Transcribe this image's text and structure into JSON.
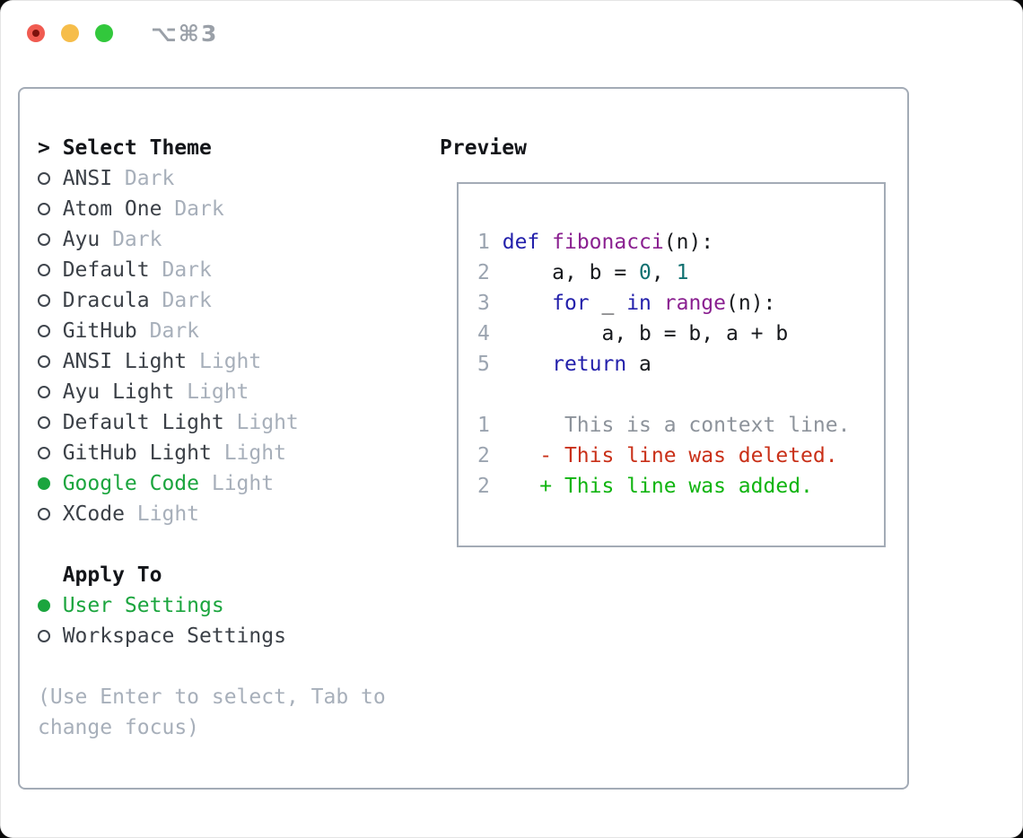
{
  "window": {
    "shortcut": "⌥⌘3"
  },
  "colors": {
    "green": "#1ba53e",
    "muted": "#a7afba",
    "text_dark": "#3b4047",
    "header": "#131519",
    "border": "#a3abb6",
    "kw": "#2320ab",
    "fn": "#8a2090",
    "lit": "#0f7070",
    "linenum": "#9ba4b0",
    "ctx": "#8d939b",
    "del": "#c93018",
    "add": "#10b410",
    "light_red": "#f05b51",
    "light_red_dot": "#7c120d",
    "light_yellow": "#f6bd4a",
    "light_green": "#32c83c"
  },
  "left": {
    "header": {
      "marker": ">",
      "label": "Select Theme"
    },
    "themes": [
      {
        "name": "ANSI",
        "variant": "Dark",
        "selected": false
      },
      {
        "name": "Atom One",
        "variant": "Dark",
        "selected": false
      },
      {
        "name": "Ayu",
        "variant": "Dark",
        "selected": false
      },
      {
        "name": "Default",
        "variant": "Dark",
        "selected": false
      },
      {
        "name": "Dracula",
        "variant": "Dark",
        "selected": false
      },
      {
        "name": "GitHub",
        "variant": "Dark",
        "selected": false
      },
      {
        "name": "ANSI Light",
        "variant": "Light",
        "selected": false
      },
      {
        "name": "Ayu Light",
        "variant": "Light",
        "selected": false
      },
      {
        "name": "Default Light",
        "variant": "Light",
        "selected": false
      },
      {
        "name": "GitHub Light",
        "variant": "Light",
        "selected": false
      },
      {
        "name": "Google Code",
        "variant": "Light",
        "selected": true
      },
      {
        "name": "XCode",
        "variant": "Light",
        "selected": false
      }
    ],
    "apply_to": {
      "label": "Apply To",
      "options": [
        {
          "name": "User Settings",
          "selected": true
        },
        {
          "name": "Workspace Settings",
          "selected": false
        }
      ]
    },
    "help": "(Use Enter to select, Tab to change focus)"
  },
  "preview": {
    "header": "Preview",
    "lines": [
      {
        "num": "1",
        "segments": [
          {
            "t": " ",
            "c": "plain"
          },
          {
            "t": "def",
            "c": "kw"
          },
          {
            "t": " ",
            "c": "plain"
          },
          {
            "t": "fibonacci",
            "c": "fn"
          },
          {
            "t": "(n):",
            "c": "plain"
          }
        ]
      },
      {
        "num": "2",
        "segments": [
          {
            "t": "     a, b = ",
            "c": "plain"
          },
          {
            "t": "0",
            "c": "lit"
          },
          {
            "t": ", ",
            "c": "plain"
          },
          {
            "t": "1",
            "c": "lit"
          }
        ]
      },
      {
        "num": "3",
        "segments": [
          {
            "t": "     ",
            "c": "plain"
          },
          {
            "t": "for",
            "c": "kw"
          },
          {
            "t": " _ ",
            "c": "plain"
          },
          {
            "t": "in",
            "c": "kw"
          },
          {
            "t": " ",
            "c": "plain"
          },
          {
            "t": "range",
            "c": "fn"
          },
          {
            "t": "(n):",
            "c": "plain"
          }
        ]
      },
      {
        "num": "4",
        "segments": [
          {
            "t": "         a, b = b, a + b",
            "c": "plain"
          }
        ]
      },
      {
        "num": "5",
        "segments": [
          {
            "t": "     ",
            "c": "plain"
          },
          {
            "t": "return",
            "c": "kw"
          },
          {
            "t": " a",
            "c": "plain"
          }
        ]
      },
      {
        "num": "",
        "segments": []
      },
      {
        "num": "1",
        "segments": [
          {
            "t": "      This is a context line.",
            "c": "ctx"
          }
        ]
      },
      {
        "num": "2",
        "segments": [
          {
            "t": "    - This line was deleted.",
            "c": "del"
          }
        ]
      },
      {
        "num": "2",
        "segments": [
          {
            "t": "    + This line was added.",
            "c": "add"
          }
        ]
      }
    ]
  }
}
